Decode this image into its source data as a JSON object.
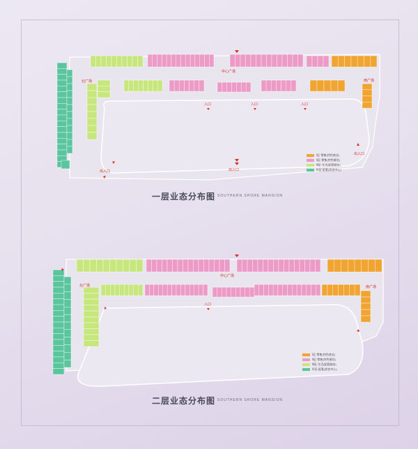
{
  "colors": {
    "orange": "#f0a431",
    "pink": "#ec9bc6",
    "lime": "#c7e67e",
    "teal": "#5bc59e",
    "gray": "#dcdcdc",
    "red": "#d4312a",
    "outline": "#ffffff"
  },
  "floors": [
    {
      "title": "一层业态分布图",
      "subtitle": "SOUTHERN SHORE MANSION",
      "labels": {
        "north_plaza": "北广场",
        "center_plaza": "中心广场",
        "south_plaza": "南广场",
        "exit_left": "出入口",
        "exit_center": "出入口",
        "exit_right": "出入口",
        "entry_1": "入口",
        "entry_2": "入口",
        "entry_3": "入口"
      },
      "legend": [
        {
          "label": "Ⅰ区·零售(特色商业)",
          "color": "orange"
        },
        {
          "label": "Ⅱ区·零售(特色餐饮)",
          "color": "pink"
        },
        {
          "label": "Ⅲ区·生活(配套服务)",
          "color": "lime"
        },
        {
          "label": "Ⅳ区·配套(综合中心)",
          "color": "teal"
        }
      ]
    },
    {
      "title": "二层业态分布图",
      "subtitle": "SOUTHERN SHORE MANSION",
      "labels": {
        "north_plaza": "北广场",
        "center_plaza": "中心广场",
        "south_plaza": "南广场",
        "entry_1": "入口"
      },
      "legend": [
        {
          "label": "Ⅰ区·零售(特色商业)",
          "color": "orange"
        },
        {
          "label": "Ⅱ区·零售(特色餐饮)",
          "color": "pink"
        },
        {
          "label": "Ⅲ区·生活(配套服务)",
          "color": "lime"
        },
        {
          "label": "Ⅳ区·配套(综合中心)",
          "color": "teal"
        }
      ]
    }
  ]
}
